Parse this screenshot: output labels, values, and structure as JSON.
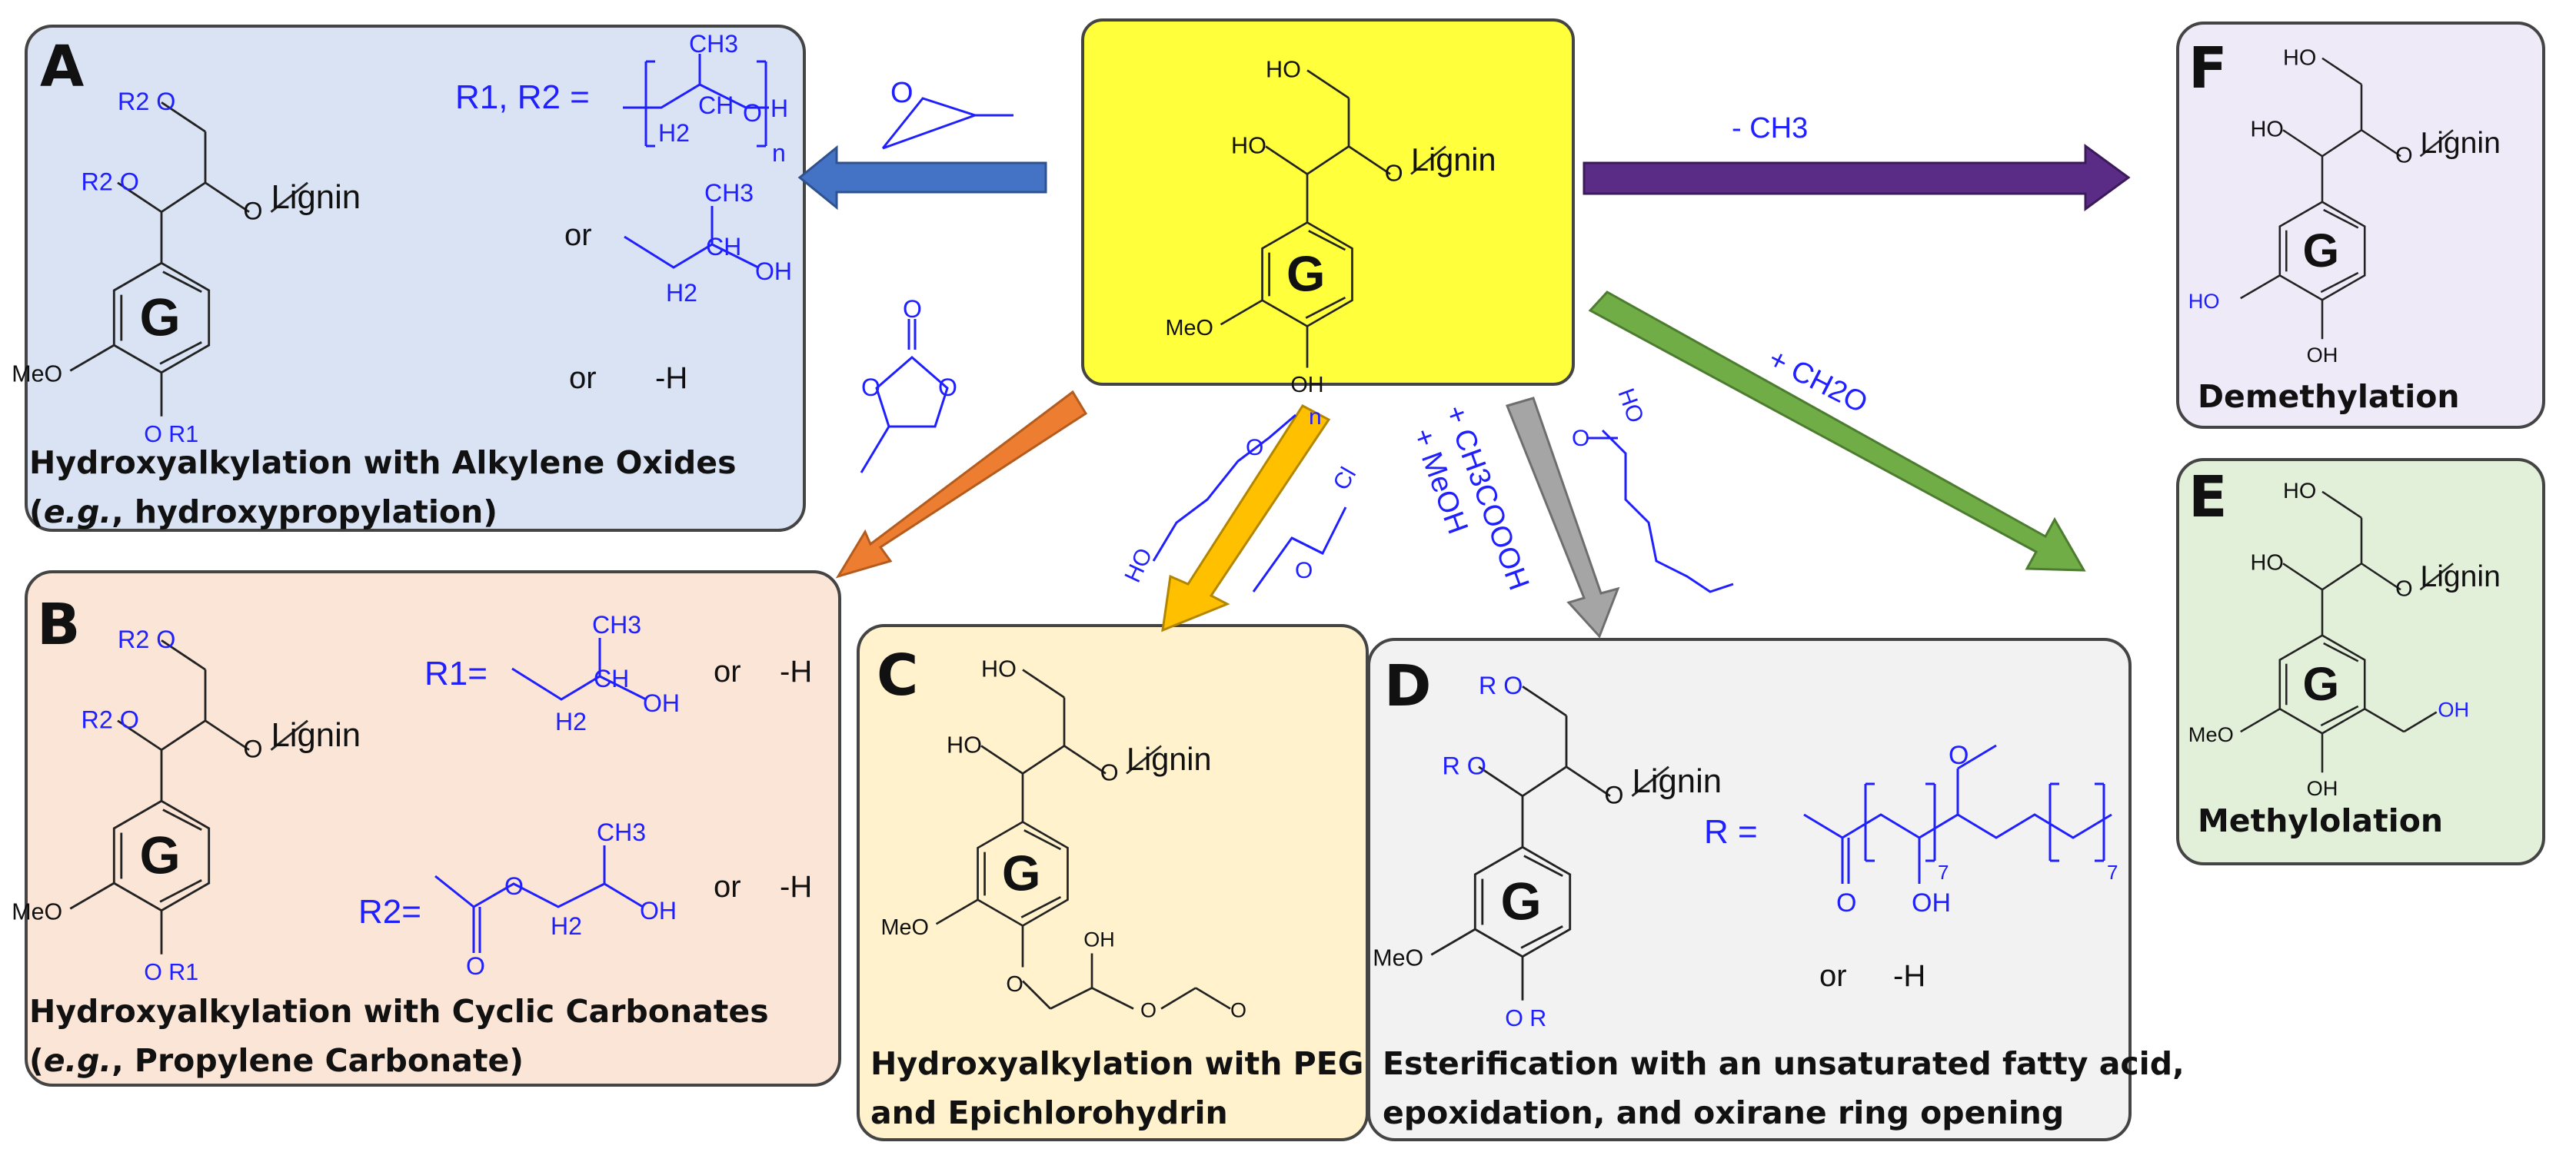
{
  "colors": {
    "panel_a": "#dae3f3",
    "panel_b": "#fbe5d6",
    "panel_c": "#fff2cc",
    "panel_d": "#f2f2f2",
    "panel_e": "#e2efd9",
    "panel_f": "#efeaf7",
    "center": "#ffff3c",
    "arrow_a": "#4472c4",
    "arrow_b": "#ed7d31",
    "arrow_c": "#ffc000",
    "arrow_d": "#a5a5a5",
    "arrow_e": "#70ad47",
    "arrow_f": "#5b2c86",
    "reagent": "#2020ff"
  },
  "center": {
    "ring": "G",
    "lignin": "Lignin",
    "ho_top": "HO",
    "ho_left": "HO",
    "meo": "MeO",
    "oh": "OH",
    "o": "O"
  },
  "panels": {
    "a": {
      "letter": "A",
      "caption_line1": "Hydroxyalkylation with Alkylene Oxides",
      "caption_line2_italic": "e.g.",
      "caption_line2_rest": ", hydroxypropylation)",
      "r_label": "R1, R2 =",
      "or1": "or",
      "or2": "or",
      "minus_h": "-H",
      "lignin": "Lignin",
      "ring": "G",
      "meo": "MeO"
    },
    "b": {
      "letter": "B",
      "caption_line1": "Hydroxyalkylation with Cyclic Carbonates",
      "caption_line2_italic": "e.g.",
      "caption_line2_rest": ", Propylene Carbonate)",
      "r1_label": "R1=",
      "r2_label": "R2=",
      "or1": "or",
      "or2": "or",
      "minus_h1": "-H",
      "minus_h2": "-H",
      "lignin": "Lignin",
      "ring": "G",
      "meo": "MeO"
    },
    "c": {
      "letter": "C",
      "caption_line1": "Hydroxyalkylation with PEG",
      "caption_line2": "and Epichlorohydrin",
      "lignin": "Lignin",
      "ring": "G",
      "meo": "MeO",
      "ho_top": "HO",
      "ho_left": "HO",
      "oh": "OH"
    },
    "d": {
      "letter": "D",
      "caption_line1": "Esterification with an unsaturated fatty acid,",
      "caption_line2": "epoxidation, and oxirane ring opening",
      "r_label": "R =",
      "or": "or",
      "minus_h": "-H",
      "lignin": "Lignin",
      "ring": "G",
      "meo": "MeO",
      "oh": "OH",
      "sub7": "7"
    },
    "e": {
      "letter": "E",
      "caption": "Methylolation",
      "lignin": "Lignin",
      "ring": "G",
      "meo": "MeO",
      "ho_top": "HO",
      "ho_left": "HO",
      "oh": "OH",
      "ch2oh": "OH"
    },
    "f": {
      "letter": "F",
      "caption": "Demethylation",
      "lignin": "Lignin",
      "ring": "G",
      "ho_ring": "HO",
      "ho_top": "HO",
      "ho_left": "HO",
      "oh": "OH"
    }
  },
  "reagents": {
    "minus_ch3": "- CH3",
    "plus_ch2o": "+ CH2O",
    "peracetic": "+ CH3COOOH",
    "meoh": "+ MeOH"
  }
}
